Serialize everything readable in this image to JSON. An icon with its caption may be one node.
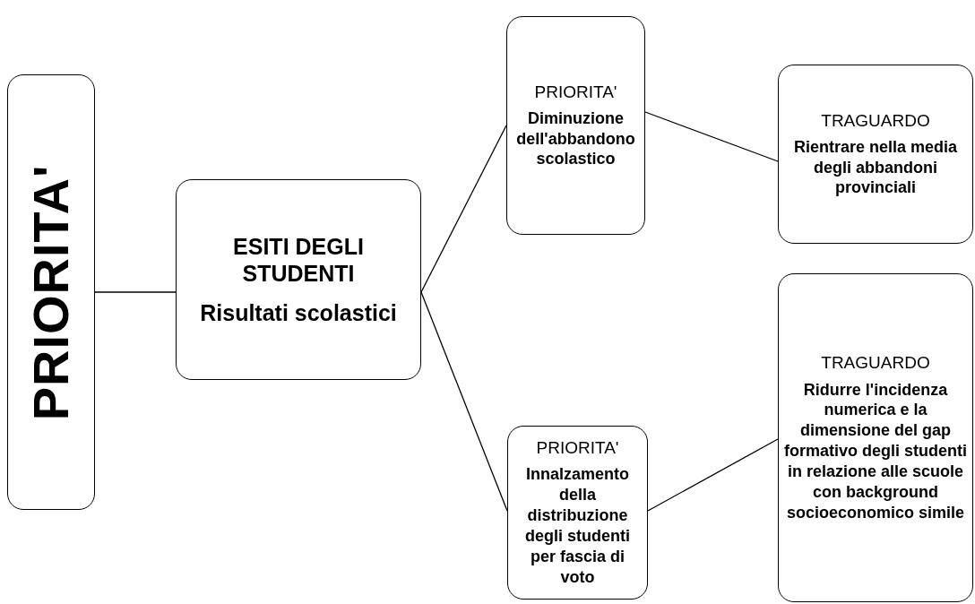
{
  "diagram": {
    "nodes": [
      {
        "text": [
          "PRIORITA'"
        ]
      },
      {
        "text": [
          "ESITI DEGLI STUDENTI",
          "Risultati scolastici"
        ]
      },
      {
        "text": [
          "PRIORITA'",
          "Diminuzione dell'abbandono scolastico"
        ]
      },
      {
        "text": [
          "TRAGUARDO",
          "Rientrare nella media degli abbandoni provinciali"
        ]
      },
      {
        "text": [
          "PRIORITA'",
          "Innalzamento della distribuzione degli studenti per fascia di voto"
        ]
      },
      {
        "text": [
          "TRAGUARDO",
          "Ridurre l'incidenza numerica e la dimensione del gap formativo degli studenti in relazione alle scuole con background socioeconomico simile"
        ]
      }
    ],
    "edges": [
      {
        "from": 0,
        "to": 1,
        "arrow": "none"
      },
      {
        "from": 1,
        "to": 2,
        "arrow": "none"
      },
      {
        "from": 1,
        "to": 4,
        "arrow": "none"
      },
      {
        "from": 2,
        "to": 3,
        "arrow": "none"
      },
      {
        "from": 4,
        "to": 5,
        "arrow": "none"
      }
    ]
  }
}
